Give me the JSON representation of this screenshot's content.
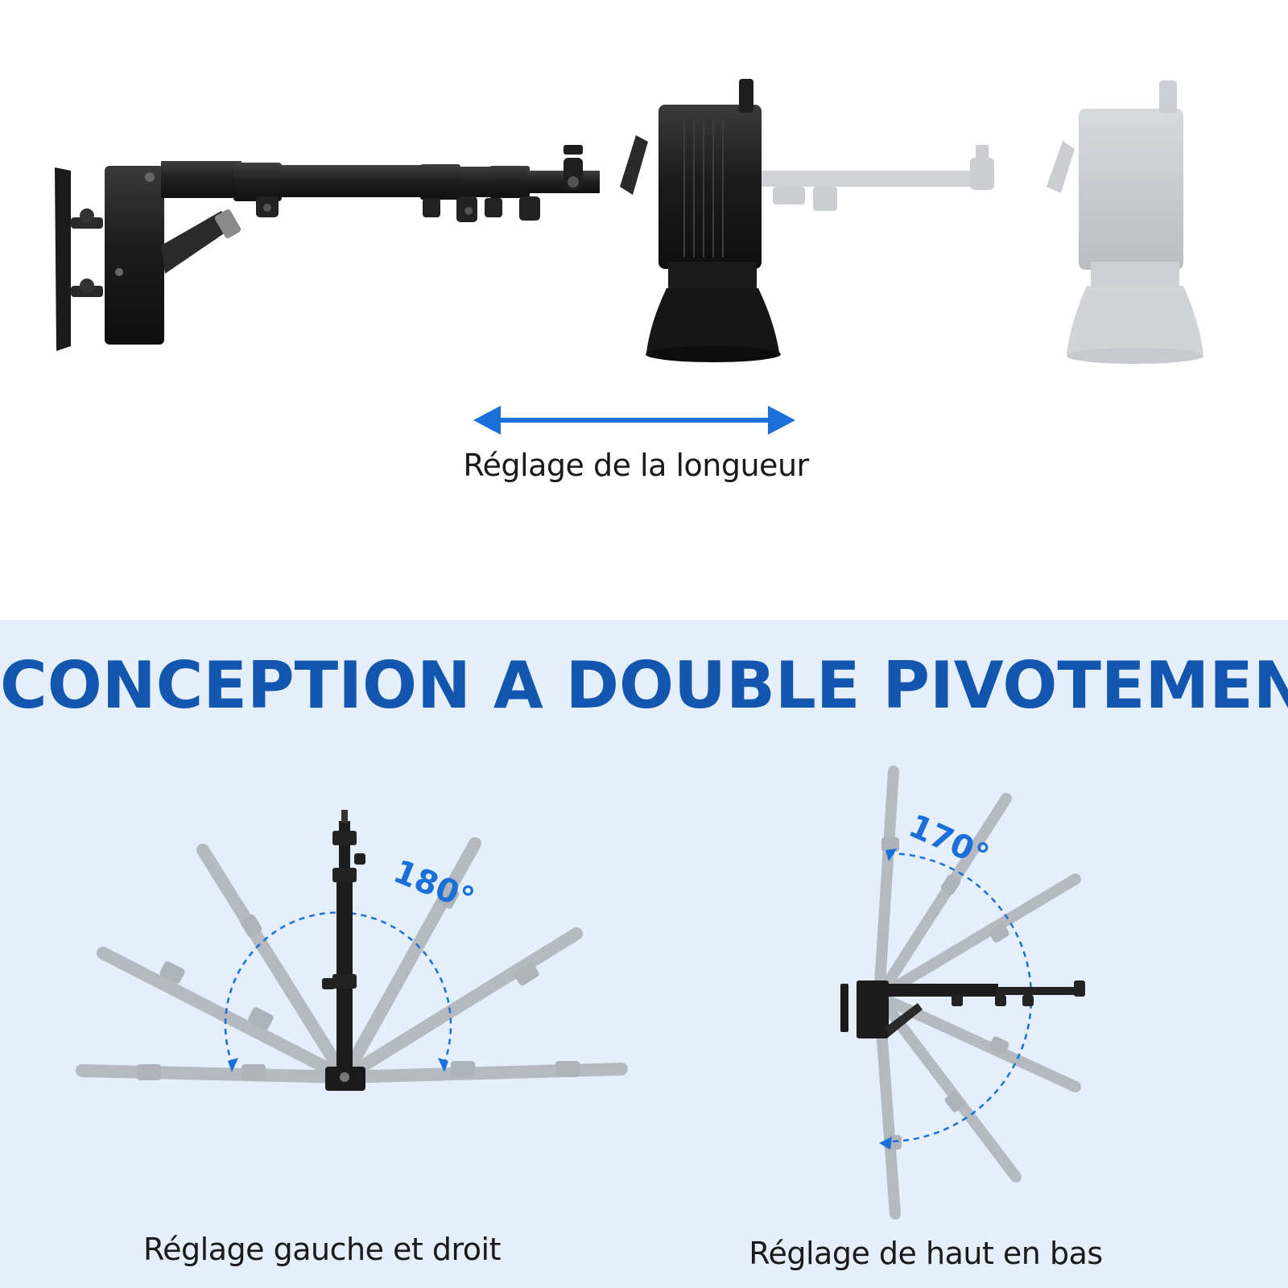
{
  "captions": {
    "length": "Réglage de la longueur",
    "left_right": "Réglage gauche et droit",
    "up_down": "Réglage de haut en bas"
  },
  "headline": "CONCEPTION A DOUBLE PIVOTEMENT",
  "angles": {
    "left_right": "180°",
    "up_down": "170°"
  },
  "colors": {
    "accent_blue": "#1a6fd8",
    "headline_blue": "#1256b0",
    "panel_bg": "#e4effb",
    "metal_dark": "#222222",
    "ghost_gray": "#b8bcc2"
  },
  "icons": {
    "length_arrow": "double-headed-arrow-icon",
    "swing_arc": "dashed-arc-icon"
  }
}
